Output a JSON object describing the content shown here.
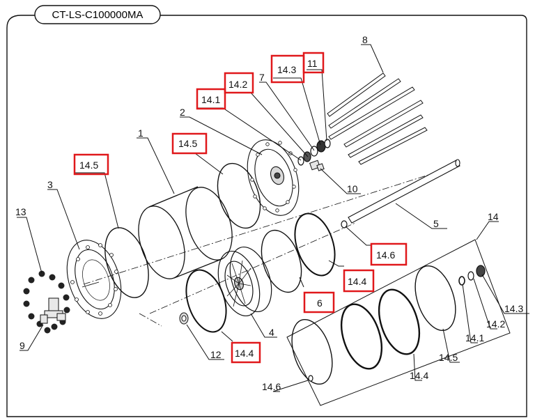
{
  "document": {
    "title": "CT-LS-C100000MA"
  },
  "callouts": {
    "c1": "1",
    "c2": "2",
    "c3": "3",
    "c4": "4",
    "c5": "5",
    "c6": "6",
    "c7": "7",
    "c8": "8",
    "c9": "9",
    "c10": "10",
    "c11": "11",
    "c12": "12",
    "c13": "13",
    "c14": "14",
    "c14_1_top": "14.1",
    "c14_2_top": "14.2",
    "c14_3_top": "14.3",
    "c14_5_left": "14.5",
    "c14_5_mid": "14.5",
    "c14_6_right": "14.6",
    "c14_4_mid": "14.4",
    "c14_4_bottom": "14.4",
    "kit_14_1": "14.1",
    "kit_14_2": "14.2",
    "kit_14_3": "14.3",
    "kit_14_4": "14.4",
    "kit_14_5": "14.5",
    "kit_14_6": "14.6"
  },
  "colors": {
    "highlight_box": "#e0181b",
    "line": "#111111"
  }
}
